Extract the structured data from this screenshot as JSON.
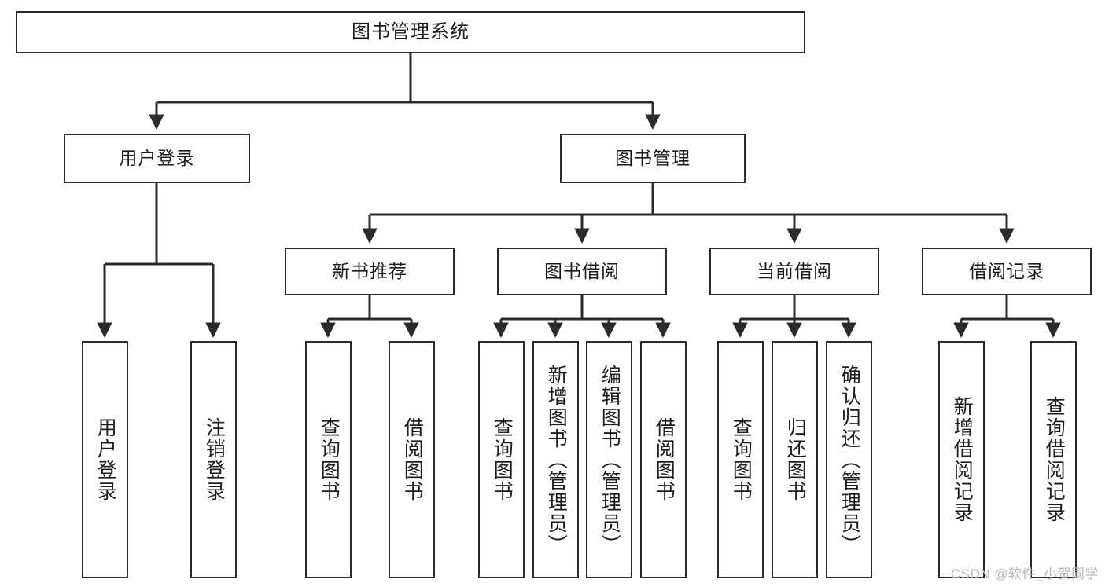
{
  "diagram": {
    "title": "图书管理系统",
    "type": "tree-hierarchy",
    "watermark": "CSDN @软件_小贺同学",
    "colors": {
      "box_border": "#2b2b2b",
      "box_fill": "#ffffff",
      "connector": "#2b2b2b",
      "watermark": "#b9b9b9",
      "background": "#ffffff"
    },
    "nodes": {
      "root": {
        "label": "图书管理系统"
      },
      "level2": [
        {
          "id": "user-login",
          "label": "用户登录"
        },
        {
          "id": "book-manage",
          "label": "图书管理"
        }
      ],
      "level3": [
        {
          "id": "new-book-recommend",
          "label": "新书推荐"
        },
        {
          "id": "book-borrow",
          "label": "图书借阅"
        },
        {
          "id": "current-borrow",
          "label": "当前借阅"
        },
        {
          "id": "borrow-record",
          "label": "借阅记录"
        }
      ],
      "leaves": {
        "user_login": [
          {
            "id": "leaf-user-login",
            "label": "用户登录"
          },
          {
            "id": "leaf-logout-login",
            "label": "注销登录"
          }
        ],
        "new_book_recommend": [
          {
            "id": "leaf-query-book-1",
            "label": "查询图书"
          },
          {
            "id": "leaf-borrow-book-1",
            "label": "借阅图书"
          }
        ],
        "book_borrow": [
          {
            "id": "leaf-query-book-2",
            "label": "查询图书"
          },
          {
            "id": "leaf-add-book",
            "label": "新增图书（管理员）"
          },
          {
            "id": "leaf-edit-book",
            "label": "编辑图书（管理员）"
          },
          {
            "id": "leaf-borrow-book-2",
            "label": "借阅图书"
          }
        ],
        "current_borrow": [
          {
            "id": "leaf-query-book-3",
            "label": "查询图书"
          },
          {
            "id": "leaf-return-book",
            "label": "归还图书"
          },
          {
            "id": "leaf-confirm-return",
            "label": "确认归还（管理员）"
          }
        ],
        "borrow_record": [
          {
            "id": "leaf-add-record",
            "label": "新增借阅记录"
          },
          {
            "id": "leaf-query-record",
            "label": "查询借阅记录"
          }
        ]
      }
    }
  }
}
